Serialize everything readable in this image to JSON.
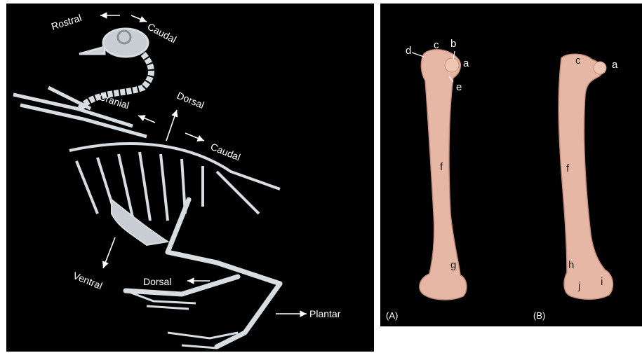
{
  "figure": {
    "skeleton_panel": {
      "orientation_labels": {
        "rostral": "Rostral",
        "caudal_head": "Caudal",
        "cranial": "Cranial",
        "dorsal_body": "Dorsal",
        "caudal_body": "Caudal",
        "ventral": "Ventral",
        "dorsal_foot": "Dorsal",
        "plantar": "Plantar"
      }
    },
    "femur_panel": {
      "views": {
        "a_caption": "(A)",
        "b_caption": "(B)"
      },
      "view_a_labels": {
        "a": "a",
        "b": "b",
        "c": "c",
        "d": "d",
        "e": "e",
        "f": "f",
        "g": "g"
      },
      "view_b_labels": {
        "a": "a",
        "c": "c",
        "f": "f",
        "h": "h",
        "i": "i",
        "j": "j"
      }
    },
    "colors": {
      "background": "#000000",
      "bone_skeleton": "#d8dde2",
      "bone_femur": "#e7b7a5",
      "label": "#ffffff"
    }
  }
}
